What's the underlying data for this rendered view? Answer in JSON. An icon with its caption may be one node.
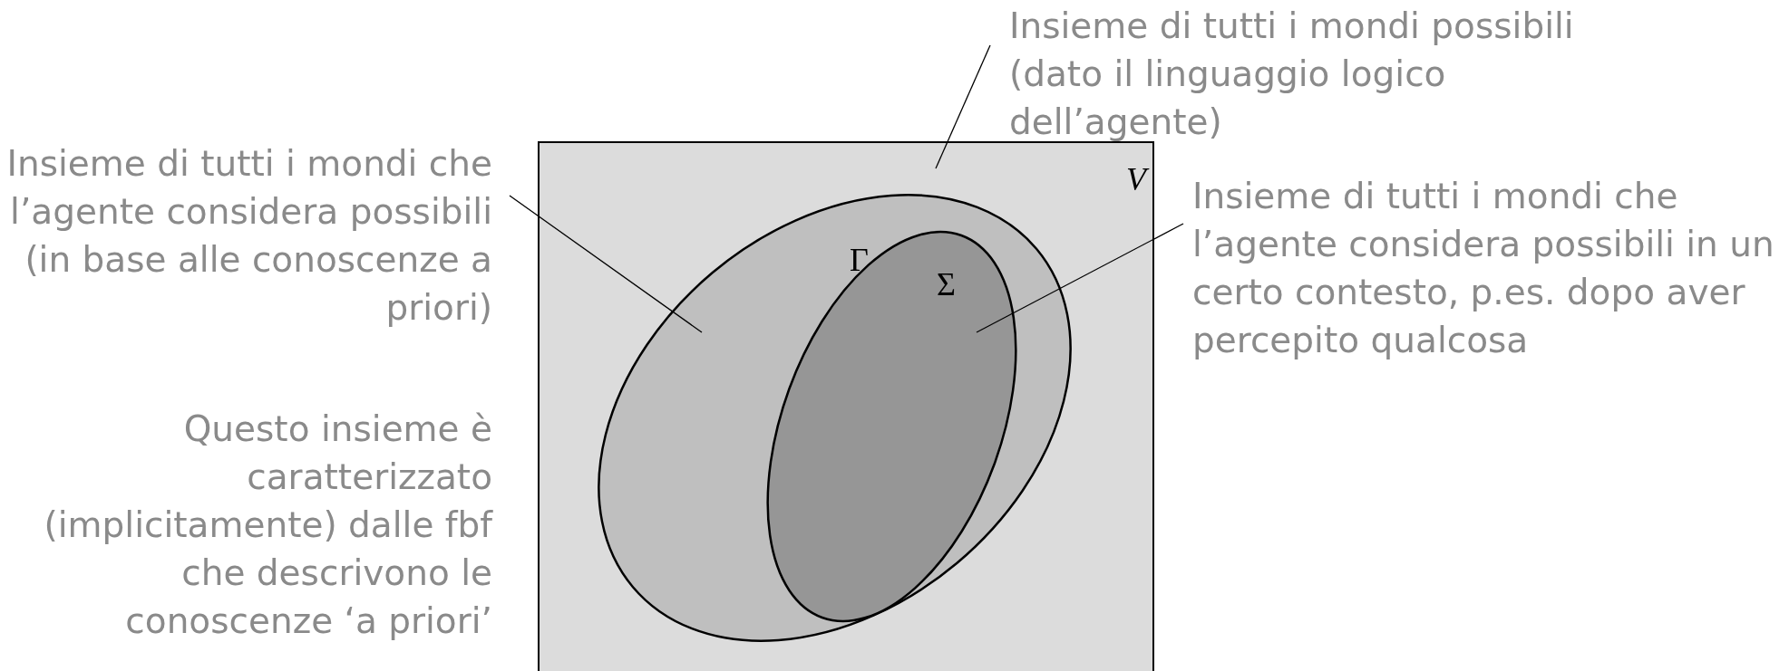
{
  "diagram": {
    "nodes": [
      {
        "text": [
          "V"
        ]
      },
      {
        "text": [
          "Γ"
        ],
        "in": 0
      },
      {
        "text": [
          "Σ"
        ],
        "in": 1
      },
      {
        "text": [
          "Insieme di tutti i mondi possibili (dato il linguaggio logico dell’agente)"
        ]
      },
      {
        "text": [
          "Insieme di tutti i mondi che l’agente considera possibili (in base alle conoscenze a priori)"
        ]
      },
      {
        "text": [
          "Insieme di tutti i mondi che l’agente considera possibili in un certo contesto, p.es. dopo aver percepito qualcosa"
        ]
      }
    ],
    "edges": [
      {
        "from": 3,
        "to": 0,
        "arrow": "none"
      },
      {
        "from": 4,
        "to": 1,
        "arrow": "none"
      },
      {
        "from": 5,
        "to": 2,
        "arrow": "none"
      }
    ],
    "labels": [
      "Questo insieme è caratterizzato (implicitamente) dalle fbf che descrivono le conoscenze ‘a priori’"
    ]
  }
}
